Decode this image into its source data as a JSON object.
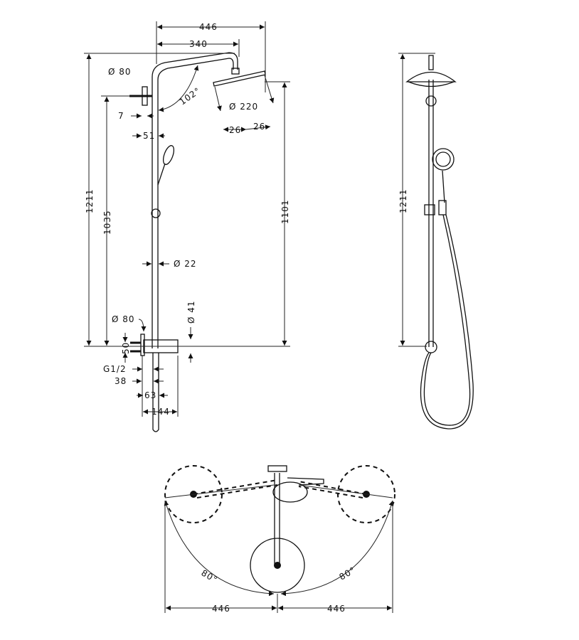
{
  "front_view": {
    "dim_total_width": "446",
    "dim_arm_length": "340",
    "dim_wall_bracket_dia": "Ø 80",
    "dim_angle": "102°",
    "dim_head_dia": "Ø 220",
    "dim_head_tilt_left": "26",
    "dim_head_tilt_right": "26",
    "dim_offset_7": "7",
    "dim_offset_51": "51",
    "dim_height_1211": "1211",
    "dim_height_1035": "1035",
    "dim_height_1101": "1101",
    "dim_pipe_dia": "Ø 22",
    "dim_mixer_dia": "Ø 41",
    "dim_mixer_rosette_dia": "Ø 80",
    "dim_50": "50",
    "dim_thread": "G1/2",
    "dim_38": "38",
    "dim_63": "63",
    "dim_144": "144"
  },
  "side_view": {
    "dim_height_1211": "1211"
  },
  "top_view": {
    "dim_angle_left": "80°",
    "dim_angle_right": "80°",
    "dim_width_left": "446",
    "dim_width_right": "446"
  }
}
